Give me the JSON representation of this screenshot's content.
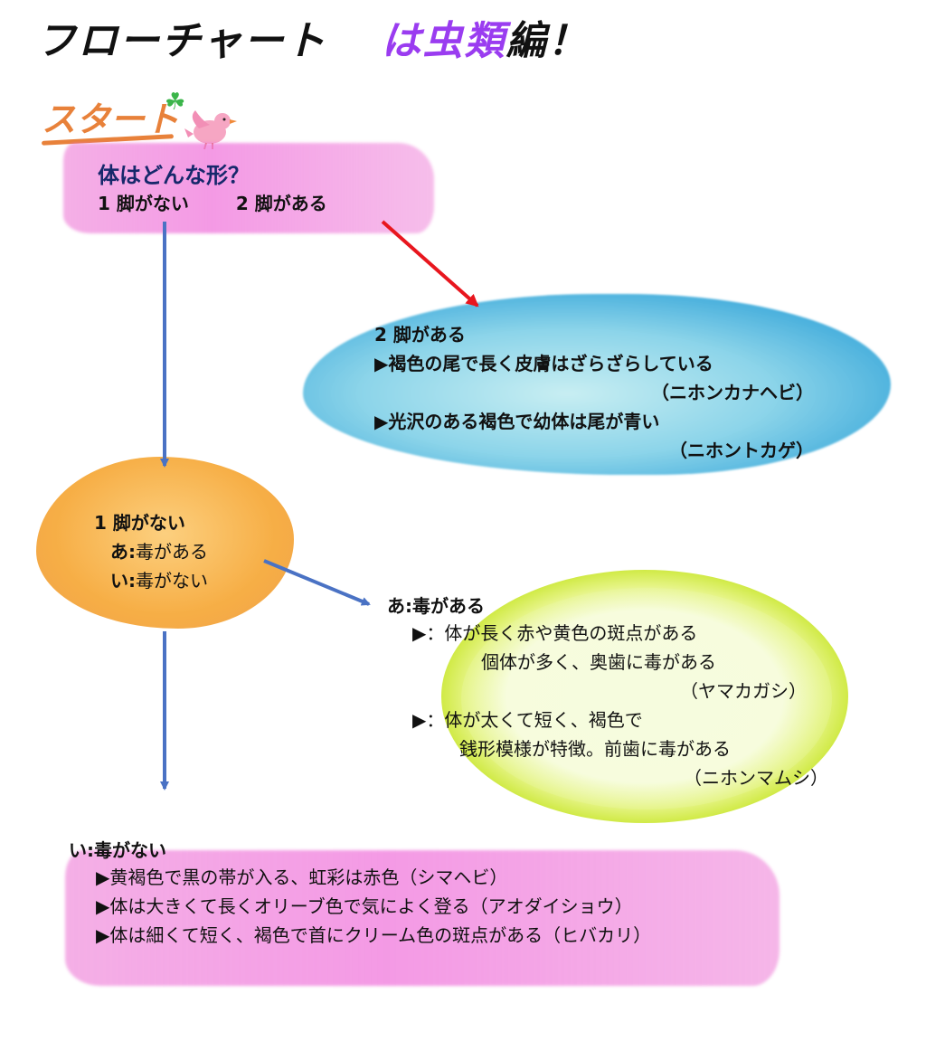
{
  "title": {
    "main": "フローチャート",
    "highlight": "は虫類",
    "suffix": "編！"
  },
  "start_label": "スタート",
  "question": {
    "title": "体はどんな形？",
    "option1": "1 脚がない",
    "option2": "2 脚がある"
  },
  "legs": {
    "heading": "2 脚がある",
    "item1_line1": "▶褐色の尾で長く皮膚はざらざらしている",
    "item1_name": "（ニホンカナヘビ）",
    "item2_line1": "▶光沢のある褐色で幼体は尾が青い",
    "item2_name": "（ニホントカゲ）"
  },
  "nolegs": {
    "heading": "1 脚がない",
    "a_key": "あ:",
    "a_text": "毒がある",
    "i_key": "い:",
    "i_text": "毒がない"
  },
  "venomous": {
    "heading": "あ:毒がある",
    "item1_line1": "▶：体が長く赤や黄色の斑点がある",
    "item1_line2": "個体が多く、奥歯に毒がある",
    "item1_name": "（ヤマカガシ）",
    "item2_line1": "▶：体が太くて短く、褐色で",
    "item2_line2": "銭形模様が特徴。前歯に毒がある",
    "item2_name": "（ニホンマムシ）"
  },
  "nonvenomous": {
    "heading": "い:毒がない",
    "item1": "▶黄褐色で黒の帯が入る、虹彩は赤色（シマヘビ）",
    "item2": "▶体は大きくて長くオリーブ色で気によく登る（アオダイショウ）",
    "item3": "▶体は細くて短く、褐色で首にクリーム色の斑点がある（ヒバカリ）"
  },
  "colors": {
    "title_highlight": "#9a3cf0",
    "start": "#e8813a",
    "arrow_blue": "#4a72c4",
    "arrow_red": "#e8161e",
    "question_title": "#16286b"
  }
}
